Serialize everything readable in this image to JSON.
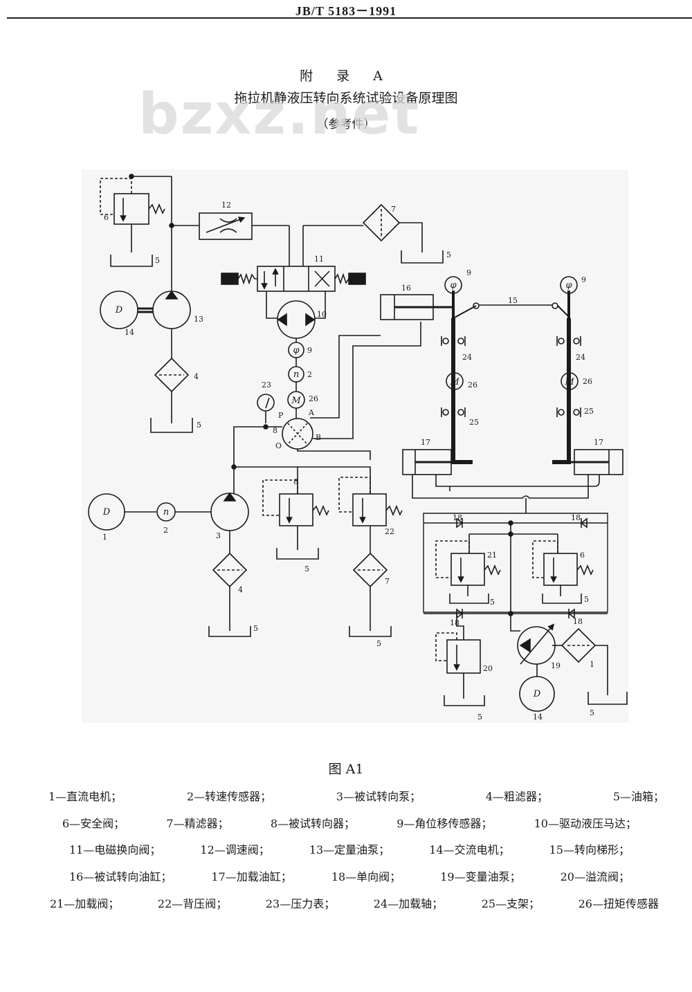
{
  "header": {
    "code": "JB/T  5183－1991"
  },
  "appendix": {
    "label": "附 录 A",
    "title": "拖拉机静液压转向系统试验设备原理图",
    "note": "（参考件）"
  },
  "watermark": "bzxz.net",
  "figure": {
    "caption": "图 A1"
  },
  "legend": [
    [
      "1—直流电机；",
      "2—转速传感器；",
      "3—被试转向泵；",
      "4—粗滤器；",
      "5—油箱；"
    ],
    [
      "6—安全阀；",
      "7—精滤器；",
      "8—被试转向器；",
      "9—角位移传感器；",
      "10—驱动液压马达；"
    ],
    [
      "11—电磁换向阀；",
      "12—调速阀；",
      "13—定量油泵；",
      "14—交流电机；",
      "15—转向梯形；"
    ],
    [
      "16—被试转向油缸；",
      "17—加载油缸；",
      "18—单向阀；",
      "19—变量油泵；",
      "20—溢流阀；"
    ],
    [
      "21—加载阀；",
      "22—背压阀；",
      "23—压力表；",
      "24—加载轴；",
      "25—支架；",
      "26—扭矩传感器"
    ]
  ],
  "diagram_labels": {
    "n1": "1",
    "n2": "2",
    "n3": "3",
    "n4": "4",
    "n5": "5",
    "n6": "6",
    "n7": "7",
    "n8": "8",
    "n9": "9",
    "n10": "10",
    "n11": "11",
    "n12": "12",
    "n13": "13",
    "n14": "14",
    "n15": "15",
    "n16": "16",
    "n17": "17",
    "n18": "18",
    "n19": "19",
    "n20": "20",
    "n21": "21",
    "n22": "22",
    "n23": "23",
    "n24": "24",
    "n25": "25",
    "n26": "26",
    "motor_D": "D",
    "motor_M": "M",
    "sensor_phi": "φ",
    "sensor_n": "n",
    "port_A": "A",
    "port_B": "B",
    "port_P": "P",
    "port_O": "O"
  }
}
